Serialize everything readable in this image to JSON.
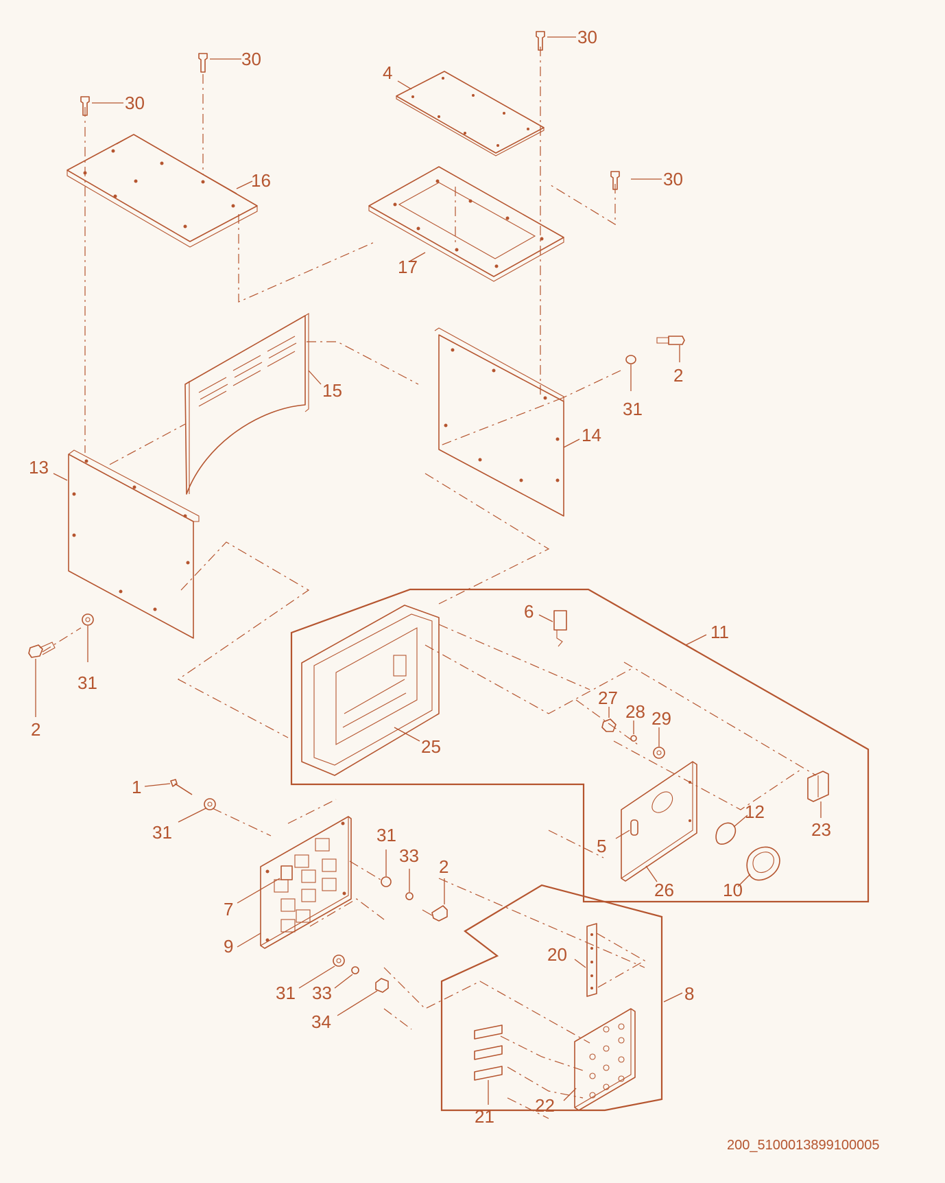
{
  "diagram": {
    "document_id": "200_5100013899100005",
    "colors": {
      "line": "#b5552f",
      "background": "#fbf7f1"
    },
    "callouts": {
      "p30a": "30",
      "p30b": "30",
      "p30c": "30",
      "p30d": "30",
      "p4": "4",
      "p16": "16",
      "p17": "17",
      "p15": "15",
      "p14": "14",
      "p13": "13",
      "p2a": "2",
      "p31a": "31",
      "p2b": "2",
      "p31b": "31",
      "p6": "6",
      "p11": "11",
      "p27": "27",
      "p28": "28",
      "p29": "29",
      "p25": "25",
      "p23": "23",
      "p12": "12",
      "p5": "5",
      "p26": "26",
      "p10": "10",
      "p1": "1",
      "p31c": "31",
      "p31d": "31",
      "p33a": "33",
      "p2c": "2",
      "p7": "7",
      "p9": "9",
      "p20": "20",
      "p8": "8",
      "p31e": "31",
      "p33b": "33",
      "p34": "34",
      "p21": "21",
      "p22": "22"
    }
  }
}
